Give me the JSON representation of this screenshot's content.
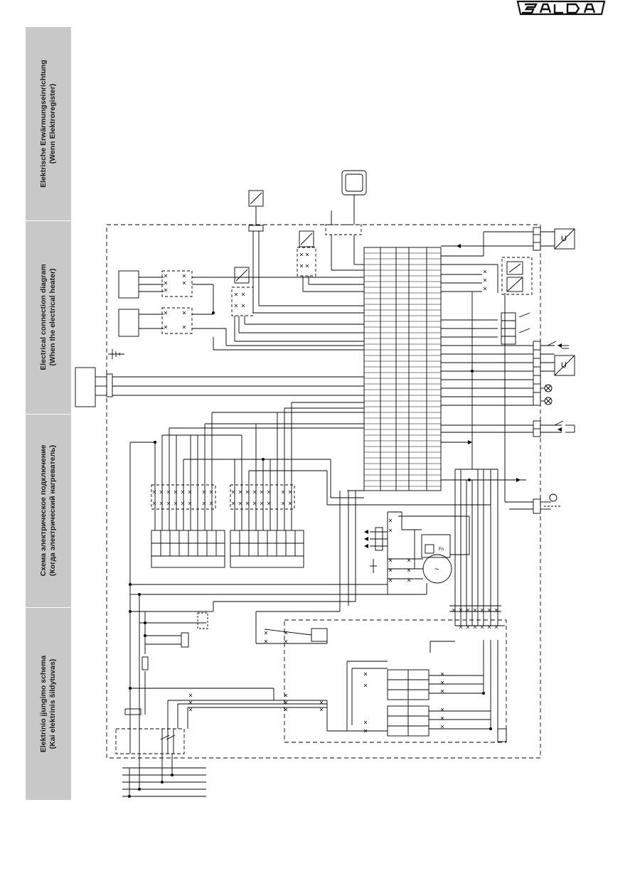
{
  "brand": {
    "logo_text": "SALDA"
  },
  "sections": [
    {
      "title": "Elektrische Erwärmungseinrichtung",
      "subtitle": "(Wenn Elektroregister)"
    },
    {
      "title": "Electrical connection diagram",
      "subtitle": "(When the electrical heater)"
    },
    {
      "title": "Схема электрическое подключение",
      "subtitle": "(Когда электрический нагреватель)"
    },
    {
      "title": "Elektrinio įjungimo schema",
      "subtitle": "(Kai elektrinis šildytuvas)"
    }
  ],
  "diagram": {
    "symbols": {
      "voltage_box": "U",
      "motor": "~",
      "thermal_protection": "Fn"
    }
  },
  "colors": {
    "sidebar": "#c8c8c8",
    "line": "#000000"
  }
}
